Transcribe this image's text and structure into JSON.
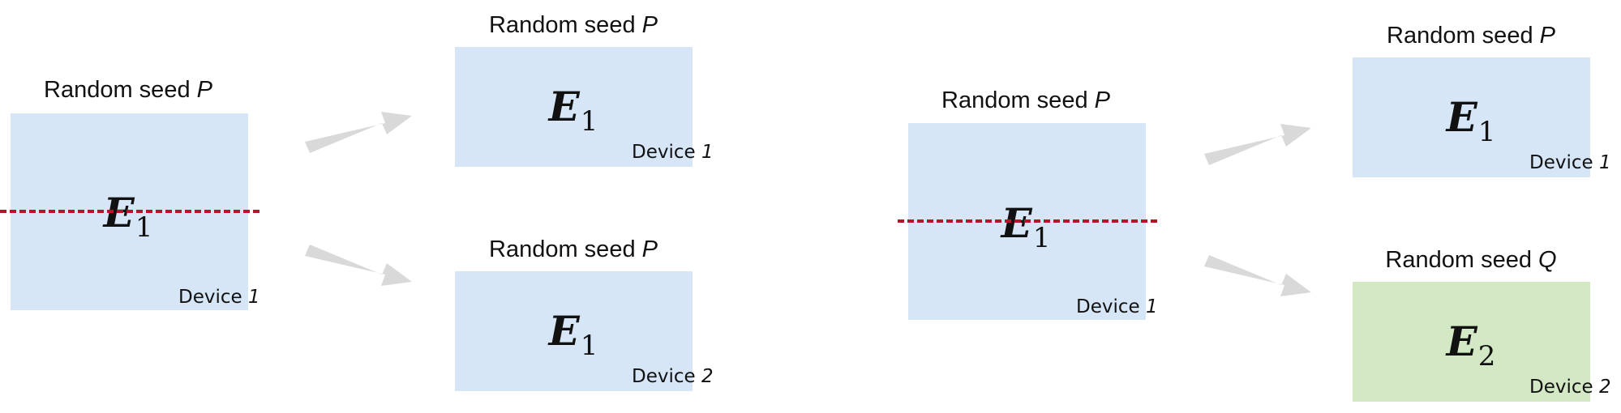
{
  "left_scenario": {
    "source": {
      "seed_text": "Random seed",
      "seed_var": "P",
      "embedding": "E",
      "embedding_sub": "1",
      "device_text": "Device",
      "device_num": "1",
      "fill": "#d6e6f7"
    },
    "targets": [
      {
        "seed_text": "Random seed",
        "seed_var": "P",
        "embedding": "E",
        "embedding_sub": "1",
        "device_text": "Device",
        "device_num": "1",
        "fill": "#d6e6f7"
      },
      {
        "seed_text": "Random seed",
        "seed_var": "P",
        "embedding": "E",
        "embedding_sub": "1",
        "device_text": "Device",
        "device_num": "2",
        "fill": "#d6e6f7"
      }
    ]
  },
  "right_scenario": {
    "source": {
      "seed_text": "Random seed",
      "seed_var": "P",
      "embedding": "E",
      "embedding_sub": "1",
      "device_text": "Device",
      "device_num": "1",
      "fill": "#d6e6f7"
    },
    "targets": [
      {
        "seed_text": "Random seed",
        "seed_var": "P",
        "embedding": "E",
        "embedding_sub": "1",
        "device_text": "Device",
        "device_num": "1",
        "fill": "#d6e6f7"
      },
      {
        "seed_text": "Random seed",
        "seed_var": "Q",
        "embedding": "E",
        "embedding_sub": "2",
        "device_text": "Device",
        "device_num": "2",
        "fill": "#d3e9c5"
      }
    ]
  },
  "colors": {
    "cut_line": "#b5142b",
    "arrow": "#d9d9d9"
  }
}
